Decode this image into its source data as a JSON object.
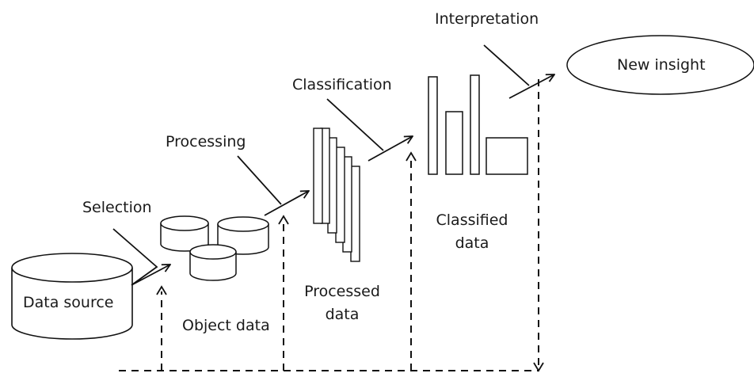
{
  "diagram": {
    "nodes": {
      "data_source": "Data source",
      "object_data": "Object data",
      "processed_data_line1": "Processed",
      "processed_data_line2": "data",
      "classified_data_line1": "Classified",
      "classified_data_line2": "data",
      "new_insight": "New insight"
    },
    "steps": {
      "selection": "Selection",
      "processing": "Processing",
      "classification": "Classification",
      "interpretation": "Interpretation"
    }
  }
}
